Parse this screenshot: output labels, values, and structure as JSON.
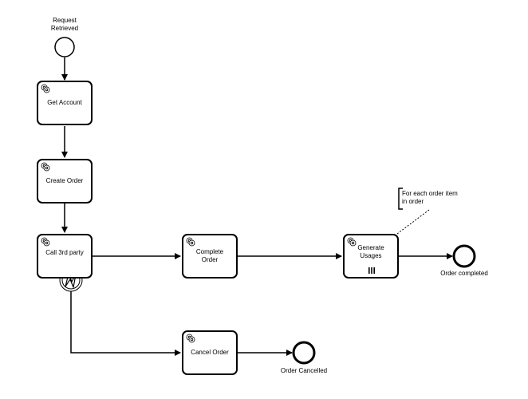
{
  "events": {
    "start": {
      "label": "Request\nRetrieved"
    },
    "end_completed": {
      "label": "Order completed"
    },
    "end_cancelled": {
      "label": "Order Cancelled"
    }
  },
  "tasks": {
    "get_account": {
      "label": "Get Account"
    },
    "create_order": {
      "label": "Create Order"
    },
    "call_3rd_party": {
      "label": "Call 3rd party"
    },
    "complete_order": {
      "label": "Complete Order"
    },
    "generate_usages": {
      "label": "Generate\nUsages"
    },
    "cancel_order": {
      "label": "Cancel Order"
    }
  },
  "annotation": {
    "text": "For each order item\nin order"
  },
  "icons": {
    "task_type": "gear-icon",
    "boundary_event": "error-icon",
    "multi_instance": "parallel-multi-instance-icon"
  }
}
